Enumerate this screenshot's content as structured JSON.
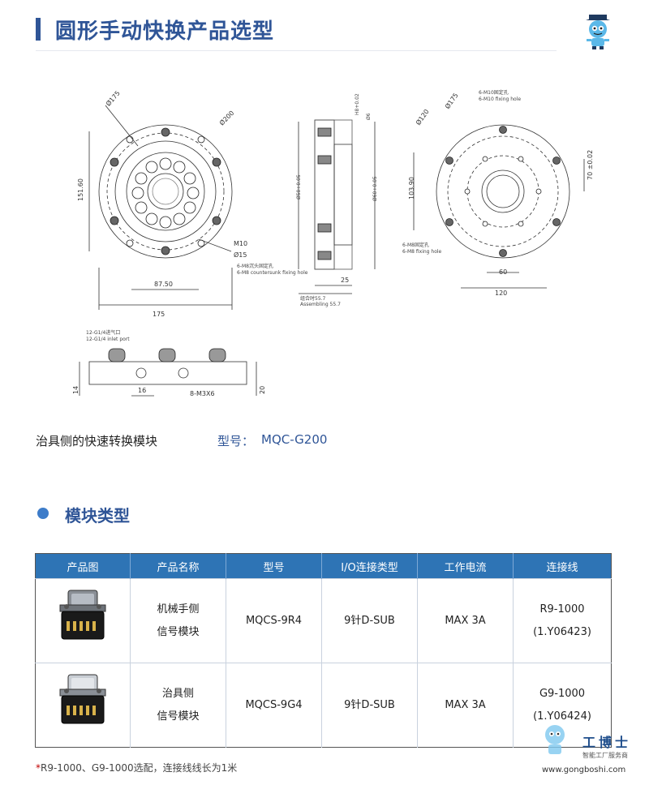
{
  "header": {
    "title": "圆形手动快换产品选型"
  },
  "drawing": {
    "front_view": {
      "dim_175_diameter": "Ø175",
      "dim_200_diameter": "Ø200",
      "dim_151_60": "151.60",
      "dim_87_50": "87.50",
      "dim_175": "175",
      "callout_m10": "M10",
      "callout_d15": "Ø15",
      "callout_m8_cn": "6-M8沉头固定孔",
      "callout_m8_en": "6-M8 countersunk fixing hole"
    },
    "side_view": {
      "dim_h8": "H8+0.02",
      "dim_h8_lower": "0",
      "dim_d6": "Ø6",
      "dim_left_tol": "+0.02",
      "dim_d50": "Ø50+0.05",
      "dim_right_tol": "+0.02",
      "dim_d60": "Ø60+0.05",
      "dim_25": "25",
      "combined_label_cn": "组合时55.7",
      "combined_label_en": "Assembling 55.7"
    },
    "back_view": {
      "callout_m10_cn": "6-M10固定孔",
      "callout_m10_en": "6-M10 fixing hole",
      "dim_d175": "Ø175",
      "dim_d120": "Ø120",
      "dim_70": "70 ±0.02",
      "dim_103_90": "103.90",
      "callout_m8_cn": "6-M8固定孔",
      "callout_m8_en": "6-M8 fixing hole",
      "dim_60": "60",
      "dim_120": "120"
    },
    "bottom_view": {
      "port_cn": "12-G1/4进气口",
      "port_en": "12-G1/4 inlet port",
      "dim_14": "14",
      "dim_16": "16",
      "screw": "8-M3X6",
      "dim_20": "20"
    }
  },
  "caption": {
    "label": "治具侧的快速转换模块",
    "model_label": "型号：",
    "model_value": "MQC-G200"
  },
  "section": {
    "title": "模块类型"
  },
  "table": {
    "headers": [
      "产品图",
      "产品名称",
      "型号",
      "I/O连接类型",
      "工作电流",
      "连接线"
    ],
    "rows": [
      {
        "name_line1": "机械手侧",
        "name_line2": "信号模块",
        "model": "MQCS-9R4",
        "io_type": "9针D-SUB",
        "current": "MAX 3A",
        "cable_line1": "R9-1000",
        "cable_line2": "(1.Y06423)"
      },
      {
        "name_line1": "治具侧",
        "name_line2": "信号模块",
        "model": "MQCS-9G4",
        "io_type": "9针D-SUB",
        "current": "MAX 3A",
        "cable_line1": "G9-1000",
        "cable_line2": "(1.Y06424)"
      }
    ]
  },
  "footnote": {
    "asterisk": "*",
    "text": "R9-1000、G9-1000选配，连接线线长为1米"
  },
  "watermark": {
    "brand_cn": "工博士",
    "brand_sub": "智能工厂服务商",
    "url": "www.gongboshi.com"
  },
  "colors": {
    "brand_blue": "#2f5597",
    "table_header": "#2e74b5",
    "accent_red": "#c00000"
  }
}
